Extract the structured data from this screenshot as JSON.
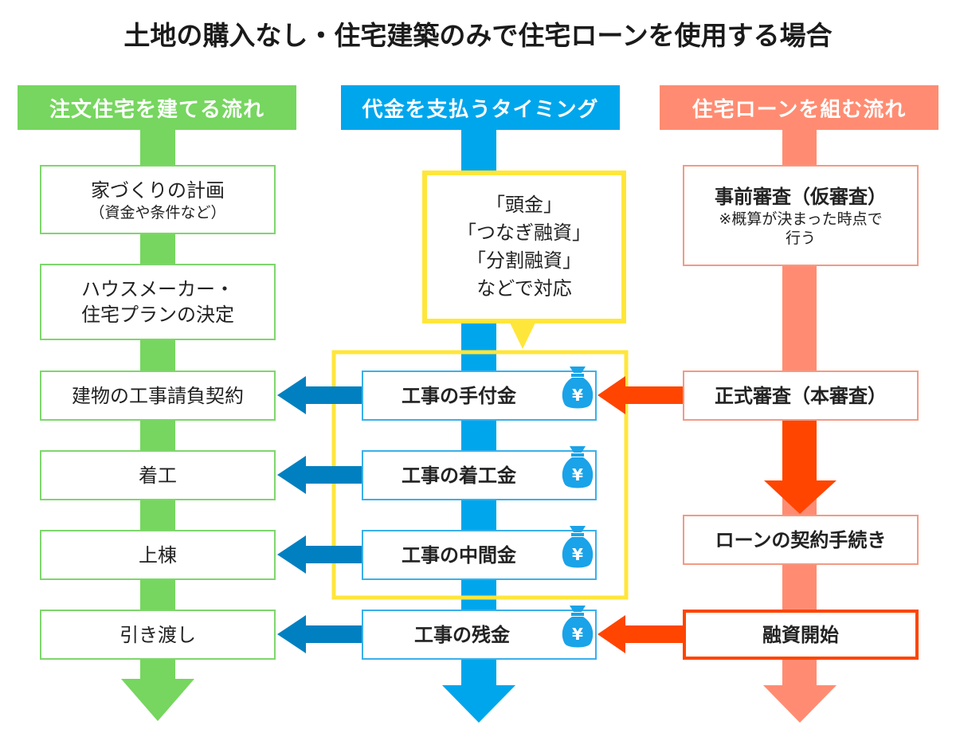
{
  "title": "土地の購入なし・住宅建築のみで住宅ローンを使用する場合",
  "colors": {
    "green": "#76d65f",
    "blue": "#00a6ec",
    "salmon": "#ff8c72",
    "dark_blue_arrow": "#0080c0",
    "red_arrow": "#ff4500",
    "yellow": "#ffe63a"
  },
  "columns": {
    "build": {
      "header": "注文住宅を建てる流れ",
      "steps": [
        {
          "main": "家づくりの計画",
          "sub": "（資金や条件など）"
        },
        {
          "main": "ハウスメーカー・",
          "main2": "住宅プランの決定"
        },
        {
          "main": "建物の工事請負契約"
        },
        {
          "main": "着工"
        },
        {
          "main": "上棟"
        },
        {
          "main": "引き渡し"
        }
      ]
    },
    "payment": {
      "header": "代金を支払うタイミング",
      "callout": {
        "lines": [
          "「頭金」",
          "「つなぎ融資」",
          "「分割融資」",
          "などで対応"
        ]
      },
      "steps": [
        {
          "main": "工事の手付金",
          "icon": "money-bag-yen-icon"
        },
        {
          "main": "工事の着工金",
          "icon": "money-bag-yen-icon"
        },
        {
          "main": "工事の中間金",
          "icon": "money-bag-yen-icon"
        },
        {
          "main": "工事の残金",
          "icon": "money-bag-yen-icon"
        }
      ],
      "yen_symbol": "¥"
    },
    "loan": {
      "header": "住宅ローンを組む流れ",
      "steps": [
        {
          "main": "事前審査（仮審査）",
          "sub": "※概算が決まった時点で",
          "sub2": "行う"
        },
        {
          "main": "正式審査（本審査）"
        },
        {
          "main": "ローンの契約手続き"
        },
        {
          "main": "融資開始"
        }
      ]
    }
  }
}
